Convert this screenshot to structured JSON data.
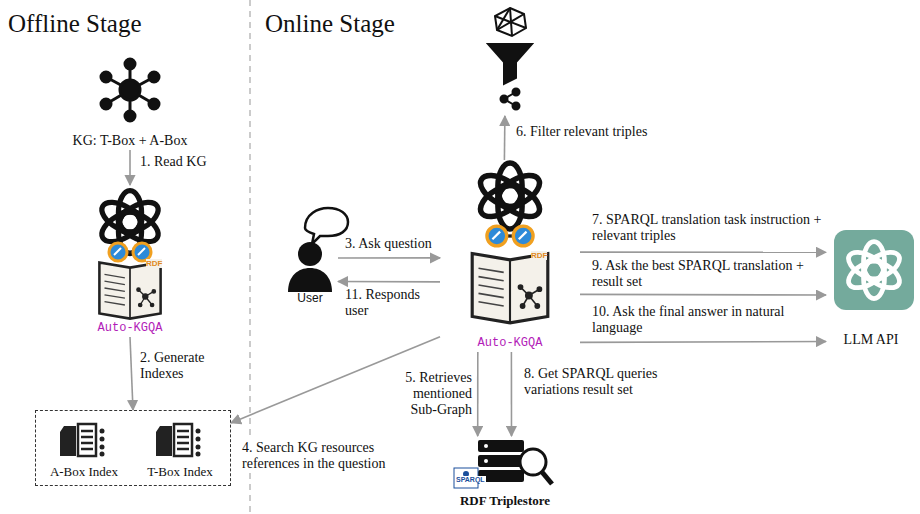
{
  "diagram": {
    "nodes": [
      {
        "text": [
          "KG: T-Box + A-Box"
        ]
      },
      {
        "text": [
          "Auto-KGQA"
        ]
      },
      {
        "text": []
      },
      {
        "text": [
          "A-Box Index"
        ],
        "in": 2
      },
      {
        "text": [
          "T-Box Index"
        ],
        "in": 2
      },
      {
        "text": [
          "User"
        ]
      },
      {
        "text": [
          "Auto-KGQA"
        ]
      },
      {
        "text": []
      },
      {
        "text": [
          "RDF Triplestore"
        ]
      },
      {
        "text": [
          "LLM API"
        ]
      }
    ],
    "edges": [
      {
        "from": 0,
        "to": 1,
        "label": "1. Read KG",
        "arrow": "to"
      },
      {
        "from": 1,
        "to": 2,
        "label": "2. Generate Indexes",
        "arrow": "to"
      },
      {
        "from": 5,
        "to": 6,
        "label": "3. Ask question",
        "arrow": "to"
      },
      {
        "from": 6,
        "to": 5,
        "label": "11. Responds user",
        "arrow": "to"
      },
      {
        "from": 6,
        "to": 2,
        "label": "4. Search KG resources references in the question",
        "arrow": "to"
      },
      {
        "from": 6,
        "to": 8,
        "label": "5. Retrieves mentioned Sub-Graph",
        "arrow": "to"
      },
      {
        "from": 6,
        "to": 7,
        "label": "6. Filter relevant triples",
        "arrow": "to"
      },
      {
        "from": 6,
        "to": 9,
        "label": "7. SPARQL translation task instruction + relevant triples",
        "arrow": "to"
      },
      {
        "from": 6,
        "to": 8,
        "label": "8. Get SPARQL queries variations result set",
        "arrow": "to"
      },
      {
        "from": 6,
        "to": 9,
        "label": "9. Ask the best SPARQL translation + result set",
        "arrow": "to"
      },
      {
        "from": 6,
        "to": 9,
        "label": "10. Ask the final answer in natural language",
        "arrow": "to"
      }
    ],
    "labels": [
      "Offline Stage",
      "Online Stage",
      "RDF",
      "RDF",
      "SPARQL"
    ]
  }
}
